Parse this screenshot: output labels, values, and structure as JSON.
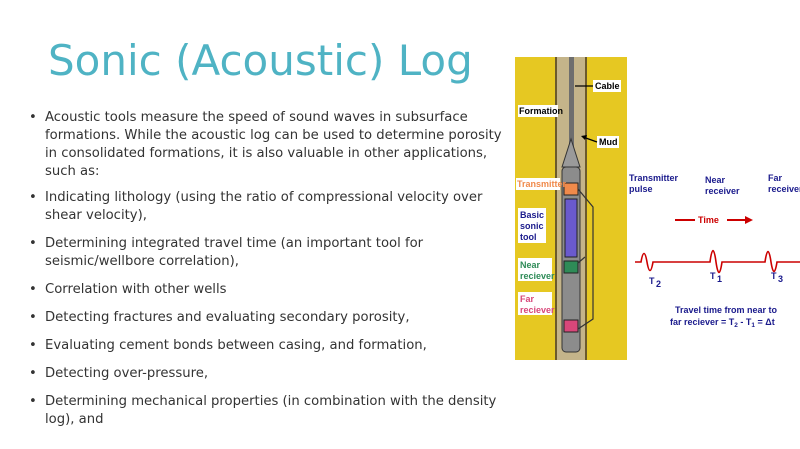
{
  "slide": {
    "title": "Sonic (Acoustic) Log",
    "bullets": [
      "Acoustic tools measure the speed of sound waves in subsurface formations. While the acoustic log can be used to determine porosity in consolidated formations, it is also valuable in other applications, such as:",
      "Indicating lithology (using the ratio of compressional velocity over shear velocity),",
      "Determining integrated travel time (an important tool for seismic/wellbore correlation),",
      "Correlation with other wells",
      "Detecting fractures and evaluating secondary porosity,",
      "Evaluating cement bonds between casing, and formation,",
      "Detecting over-pressure,",
      "Determining mechanical properties (in combination with the density log), and"
    ]
  },
  "figure": {
    "labels": {
      "cable": "Cable",
      "formation": "Formation",
      "mud": "Mud",
      "transmitter": "Transmitter",
      "basic_tool_1": "Basic",
      "basic_tool_2": "sonic",
      "basic_tool_3": "tool",
      "near_receiver_1": "Near",
      "near_receiver_2": "reciever",
      "far_receiver_1": "Far",
      "far_receiver_2": "reciever",
      "transmitter_pulse_1": "Transmitter",
      "transmitter_pulse_2": "pulse",
      "near_receiver_header_1": "Near",
      "near_receiver_header_2": "receiver",
      "far_receiver_header_1": "Far",
      "far_receiver_header_2": "receiver",
      "time": "Time",
      "t2": "T",
      "t2_sub": "2",
      "t1": "T",
      "t1_sub": "1",
      "t3": "T",
      "t3_sub": "3",
      "caption_1": "Travel time from near to",
      "caption_2": "far reciever = T",
      "caption_2_sub1": "2",
      "caption_2_mid": " - T",
      "caption_2_sub2": "1",
      "caption_2_end": " = Δt"
    },
    "colors": {
      "formation": "#e6c822",
      "borehole": "#c4b48a",
      "tool": "#8c8c8c",
      "transmitter": "#f08a4b",
      "basic_tool": "#6a5acd",
      "near_receiver": "#2e8b57",
      "far_receiver": "#d8477a",
      "wave": "#cc0000",
      "label_dark": "#000000",
      "label_blue": "#1a1a8c"
    }
  }
}
